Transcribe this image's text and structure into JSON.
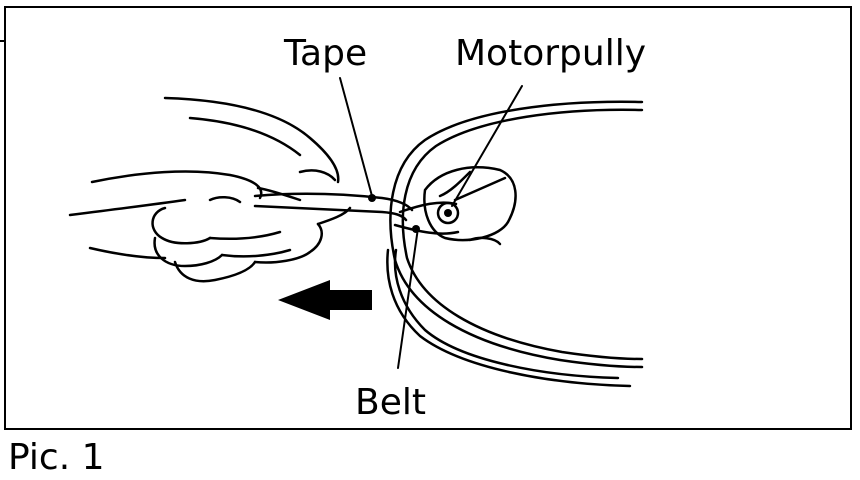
{
  "labels": {
    "tape": "Tape",
    "motorpully": "Motorpully",
    "belt": "Belt"
  },
  "caption": "Pic. 1",
  "colors": {
    "ink": "#000000",
    "background": "#ffffff"
  },
  "icons": {
    "arrow": "arrow-left-icon"
  }
}
